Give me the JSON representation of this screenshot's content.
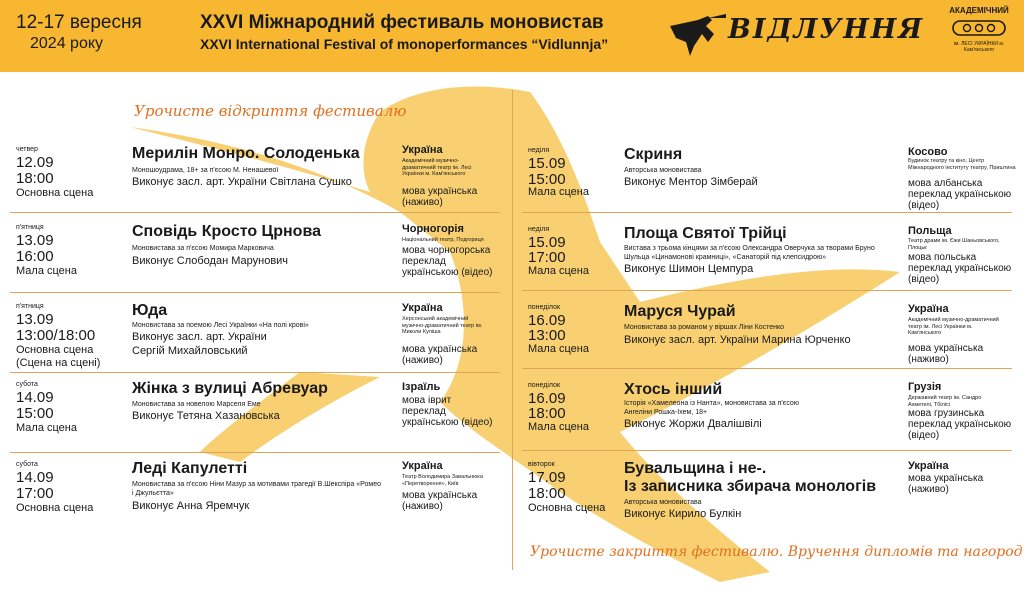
{
  "header": {
    "dates_line1": "12-17 вересня",
    "dates_line2": "2024 року",
    "title_ua": "XXVI  Міжнародний фестиваль моновистав",
    "title_en": "XXVI International Festival of monoperformances “Vidlunnja”",
    "logo_text": "ВІДЛУННЯ",
    "theatre_name": "АКАДЕМІЧНИЙ",
    "theatre_sub": "ім. ЛЕСІ УКРАЇНКИ м. Кам'янського",
    "accent_color": "#f7b731"
  },
  "opening_banner": "Урочисте відкриття фестивалю",
  "closing_banner": "Урочисте закриття фестивалю.  Вручення дипломів та нагород",
  "events_left": [
    {
      "day": "четвер",
      "date": "12.09",
      "time": "18:00",
      "stage": "Основна сцена",
      "title": "Мерилін Монро. Солоденька",
      "desc": "Моношоудрама, 18+ за п'єсою М. Ненашевої",
      "performer": "Виконує засл. арт. України Світлана Сушко",
      "country": "Україна",
      "venue": "Академічний музично-драматичний театр ім. Лесі Українки м. Кам'янського",
      "language": "мова українська (наживо)"
    },
    {
      "day": "п'ятниця",
      "date": "13.09",
      "time": "16:00",
      "stage": "Мала сцена",
      "title": "Сповідь Кросто Црнова",
      "desc": "Моновистава за п'єсою Момира Марковича",
      "performer": "Виконує Слободан Марунович",
      "country": "Чорногорія",
      "venue": "Національний театр, Подгориця",
      "language": "мова чорногорська переклад українською (відео)"
    },
    {
      "day": "п'ятниця",
      "date": "13.09",
      "time": "13:00/18:00",
      "stage": "Основна сцена",
      "stage_extra": "(Сцена на сцені)",
      "title": "Юда",
      "desc": "Моновистава за поемою Лесі Українки «На полі крові»",
      "performer": "Виконує засл. арт. України",
      "performer2": "Сергій Михайловський",
      "country": "Україна",
      "venue": "Херсонський академічний музично-драматичний театр ім. Миколи Куліша",
      "language": "мова українська (наживо)"
    },
    {
      "day": "субота",
      "date": "14.09",
      "time": "15:00",
      "stage": "Мала сцена",
      "title": "Жінка з вулиці Абревуар",
      "desc": "Моновистава за новелою Марселя Еме",
      "performer": "Виконує Тетяна Хазановська",
      "country": "Ізраїль",
      "venue": "",
      "language": "мова іврит переклад українською (відео)"
    },
    {
      "day": "субота",
      "date": "14.09",
      "time": "17:00",
      "stage": "Основна сцена",
      "title": "Леді Капулетті",
      "desc": "Моновистава за п'єсою Ніни Мазур за мотивами трагедії В.Шекспіра «Ромео і Джульєтта»",
      "performer": "Виконує Анна Яремчук",
      "country": "Україна",
      "venue": "Театр Володимира Завальнюка «Перетворення», Київ",
      "language": "мова українська (наживо)"
    }
  ],
  "events_right": [
    {
      "day": "неділя",
      "date": "15.09",
      "time": "15:00",
      "stage": "Мала сцена",
      "title": "Скриня",
      "desc": "Авторська моновистава",
      "performer": "Виконує Ментор Зімберай",
      "country": "Косово",
      "venue": "Будинок театру та кіно, Центр Міжнародного інституту театру, Приштина",
      "language": "мова албанська переклад українською (відео)"
    },
    {
      "day": "неділя",
      "date": "15.09",
      "time": "17:00",
      "stage": "Мала сцена",
      "title": "Площа Святої Трійці",
      "desc": "Вистава з трьома кінцями за п'єсою Олександра Оверчука за творами Бруно Шульца «Цинамонові крамниці», «Санаторій під клепсидрою»",
      "performer": "Виконує Шимон Цемпура",
      "country": "Польща",
      "venue": "Театр драми ім. Єжи Шаньовського, Плоцьк",
      "language": "мова польська переклад українською (відео)"
    },
    {
      "day": "понеділок",
      "date": "16.09",
      "time": "13:00",
      "stage": "Мала сцена",
      "title": "Маруся Чурай",
      "desc": "Моновистава за романом у віршах Ліни Костенко",
      "performer": "Виконує засл. арт. України Марина Юрченко",
      "country": "Україна",
      "venue": "Академічний музично-драматичний театр ім. Лесі Українки м. Кам'янського",
      "language": "мова українська (наживо)"
    },
    {
      "day": "понеділок",
      "date": "16.09",
      "time": "18:00",
      "stage": "Мала сцена",
      "title": "Хтось інший",
      "desc": "Історія «Хамелеона із Нанта», моновистава за п'єсою Ангеліни Рошка-Іхем, 18+",
      "performer": "Виконує Жоржи Двалішвілі",
      "country": "Грузія",
      "venue": "Державний театр ім. Сандро Ахметелі, Тбілісі",
      "language": "мова грузинська переклад українською (відео)"
    },
    {
      "day": "вівторок",
      "date": "17.09",
      "time": "18:00",
      "stage": "Основна сцена",
      "title": "Бувальщина і не-.",
      "title2": "Із записника збирача монологів",
      "desc": "Авторська моновистава",
      "performer": "Виконує Кирило Булкін",
      "country": "Україна",
      "venue": "",
      "language": "мова українська (наживо)"
    }
  ]
}
